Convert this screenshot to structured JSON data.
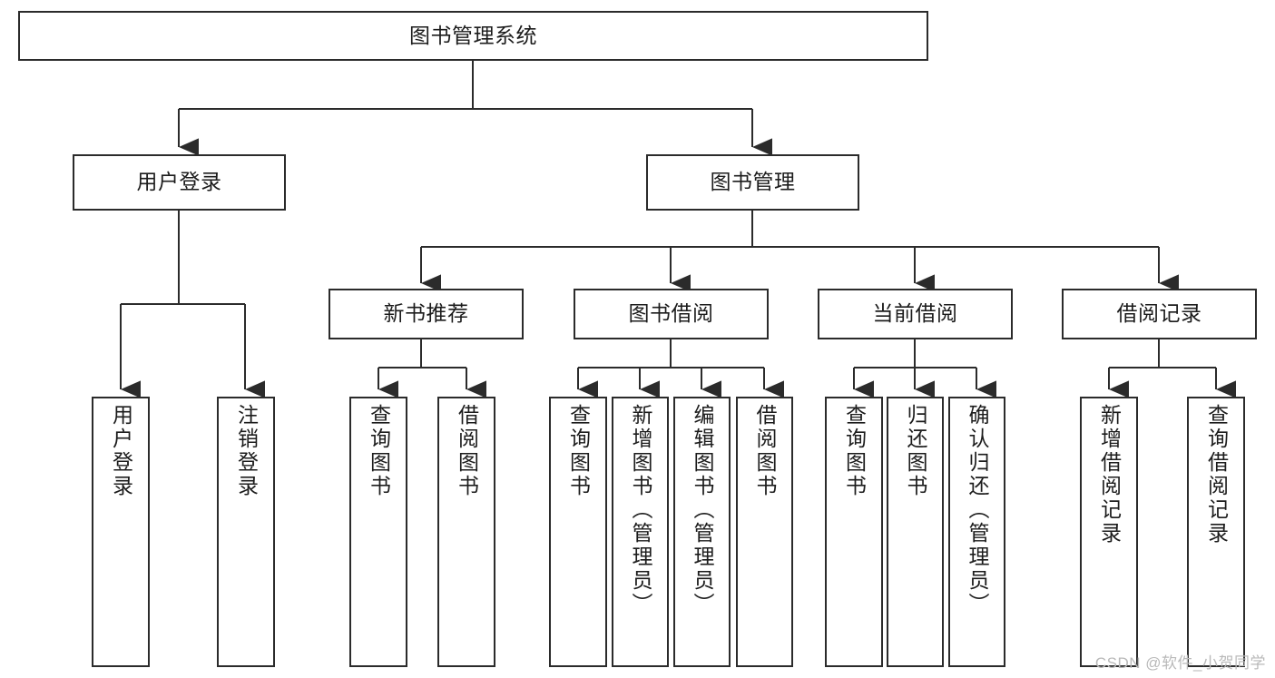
{
  "diagram": {
    "title": "图书管理系统",
    "type": "tree-hierarchy-chart",
    "colors": {
      "box_border": "#2b2b2b",
      "box_fill": "#ffffff",
      "edge": "#2b2b2b",
      "text": "#1c1c1c",
      "watermark": "#b9b9b9",
      "background": "#ffffff"
    },
    "root": {
      "label": "图书管理系统"
    },
    "level2": [
      {
        "id": "user-login",
        "label": "用户登录"
      },
      {
        "id": "book-management",
        "label": "图书管理"
      }
    ],
    "level3": [
      {
        "id": "new-book-recommend",
        "label": "新书推荐",
        "parent": "book-management"
      },
      {
        "id": "book-borrow",
        "label": "图书借阅",
        "parent": "book-management"
      },
      {
        "id": "current-borrow",
        "label": "当前借阅",
        "parent": "book-management"
      },
      {
        "id": "borrow-record",
        "label": "借阅记录",
        "parent": "book-management"
      }
    ],
    "leaves": [
      {
        "id": "leaf-user-login",
        "label": "用户登录",
        "parent": "user-login"
      },
      {
        "id": "leaf-logout-login",
        "label": "注销登录",
        "parent": "user-login"
      },
      {
        "id": "leaf-query-book-1",
        "label": "查询图书",
        "parent": "new-book-recommend"
      },
      {
        "id": "leaf-borrow-book-1",
        "label": "借阅图书",
        "parent": "new-book-recommend"
      },
      {
        "id": "leaf-query-book-2",
        "label": "查询图书",
        "parent": "book-borrow"
      },
      {
        "id": "leaf-add-book",
        "label": "新增图书（管理员）",
        "parent": "book-borrow"
      },
      {
        "id": "leaf-edit-book",
        "label": "编辑图书（管理员）",
        "parent": "book-borrow"
      },
      {
        "id": "leaf-borrow-book-2",
        "label": "借阅图书",
        "parent": "book-borrow"
      },
      {
        "id": "leaf-query-book-3",
        "label": "查询图书",
        "parent": "current-borrow"
      },
      {
        "id": "leaf-return-book",
        "label": "归还图书",
        "parent": "current-borrow"
      },
      {
        "id": "leaf-confirm-return",
        "label": "确认归还（管理员）",
        "parent": "current-borrow"
      },
      {
        "id": "leaf-add-borrow-record",
        "label": "新增借阅记录",
        "parent": "borrow-record"
      },
      {
        "id": "leaf-query-borrow-record",
        "label": "查询借阅记录",
        "parent": "borrow-record"
      }
    ],
    "watermark": "CSDN @软件_小贺同学"
  }
}
